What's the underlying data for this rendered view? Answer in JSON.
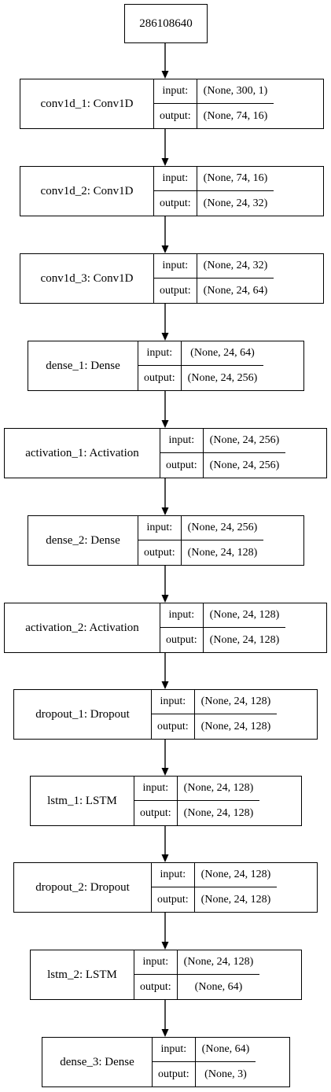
{
  "input_node": {
    "label": "286108640"
  },
  "layers": [
    {
      "name": "conv1d_1: Conv1D",
      "input_label": "input:",
      "output_label": "output:",
      "input_shape": "(None, 300, 1)",
      "output_shape": "(None, 74, 16)"
    },
    {
      "name": "conv1d_2: Conv1D",
      "input_label": "input:",
      "output_label": "output:",
      "input_shape": "(None, 74, 16)",
      "output_shape": "(None, 24, 32)"
    },
    {
      "name": "conv1d_3: Conv1D",
      "input_label": "input:",
      "output_label": "output:",
      "input_shape": "(None, 24, 32)",
      "output_shape": "(None, 24, 64)"
    },
    {
      "name": "dense_1: Dense",
      "input_label": "input:",
      "output_label": "output:",
      "input_shape": "(None, 24, 64)",
      "output_shape": "(None, 24, 256)"
    },
    {
      "name": "activation_1: Activation",
      "input_label": "input:",
      "output_label": "output:",
      "input_shape": "(None, 24, 256)",
      "output_shape": "(None, 24, 256)"
    },
    {
      "name": "dense_2: Dense",
      "input_label": "input:",
      "output_label": "output:",
      "input_shape": "(None, 24, 256)",
      "output_shape": "(None, 24, 128)"
    },
    {
      "name": "activation_2: Activation",
      "input_label": "input:",
      "output_label": "output:",
      "input_shape": "(None, 24, 128)",
      "output_shape": "(None, 24, 128)"
    },
    {
      "name": "dropout_1: Dropout",
      "input_label": "input:",
      "output_label": "output:",
      "input_shape": "(None, 24, 128)",
      "output_shape": "(None, 24, 128)"
    },
    {
      "name": "lstm_1: LSTM",
      "input_label": "input:",
      "output_label": "output:",
      "input_shape": "(None, 24, 128)",
      "output_shape": "(None, 24, 128)"
    },
    {
      "name": "dropout_2: Dropout",
      "input_label": "input:",
      "output_label": "output:",
      "input_shape": "(None, 24, 128)",
      "output_shape": "(None, 24, 128)"
    },
    {
      "name": "lstm_2: LSTM",
      "input_label": "input:",
      "output_label": "output:",
      "input_shape": "(None, 24, 128)",
      "output_shape": "(None, 64)"
    },
    {
      "name": "dense_3: Dense",
      "input_label": "input:",
      "output_label": "output:",
      "input_shape": "(None, 64)",
      "output_shape": "(None, 3)"
    }
  ]
}
